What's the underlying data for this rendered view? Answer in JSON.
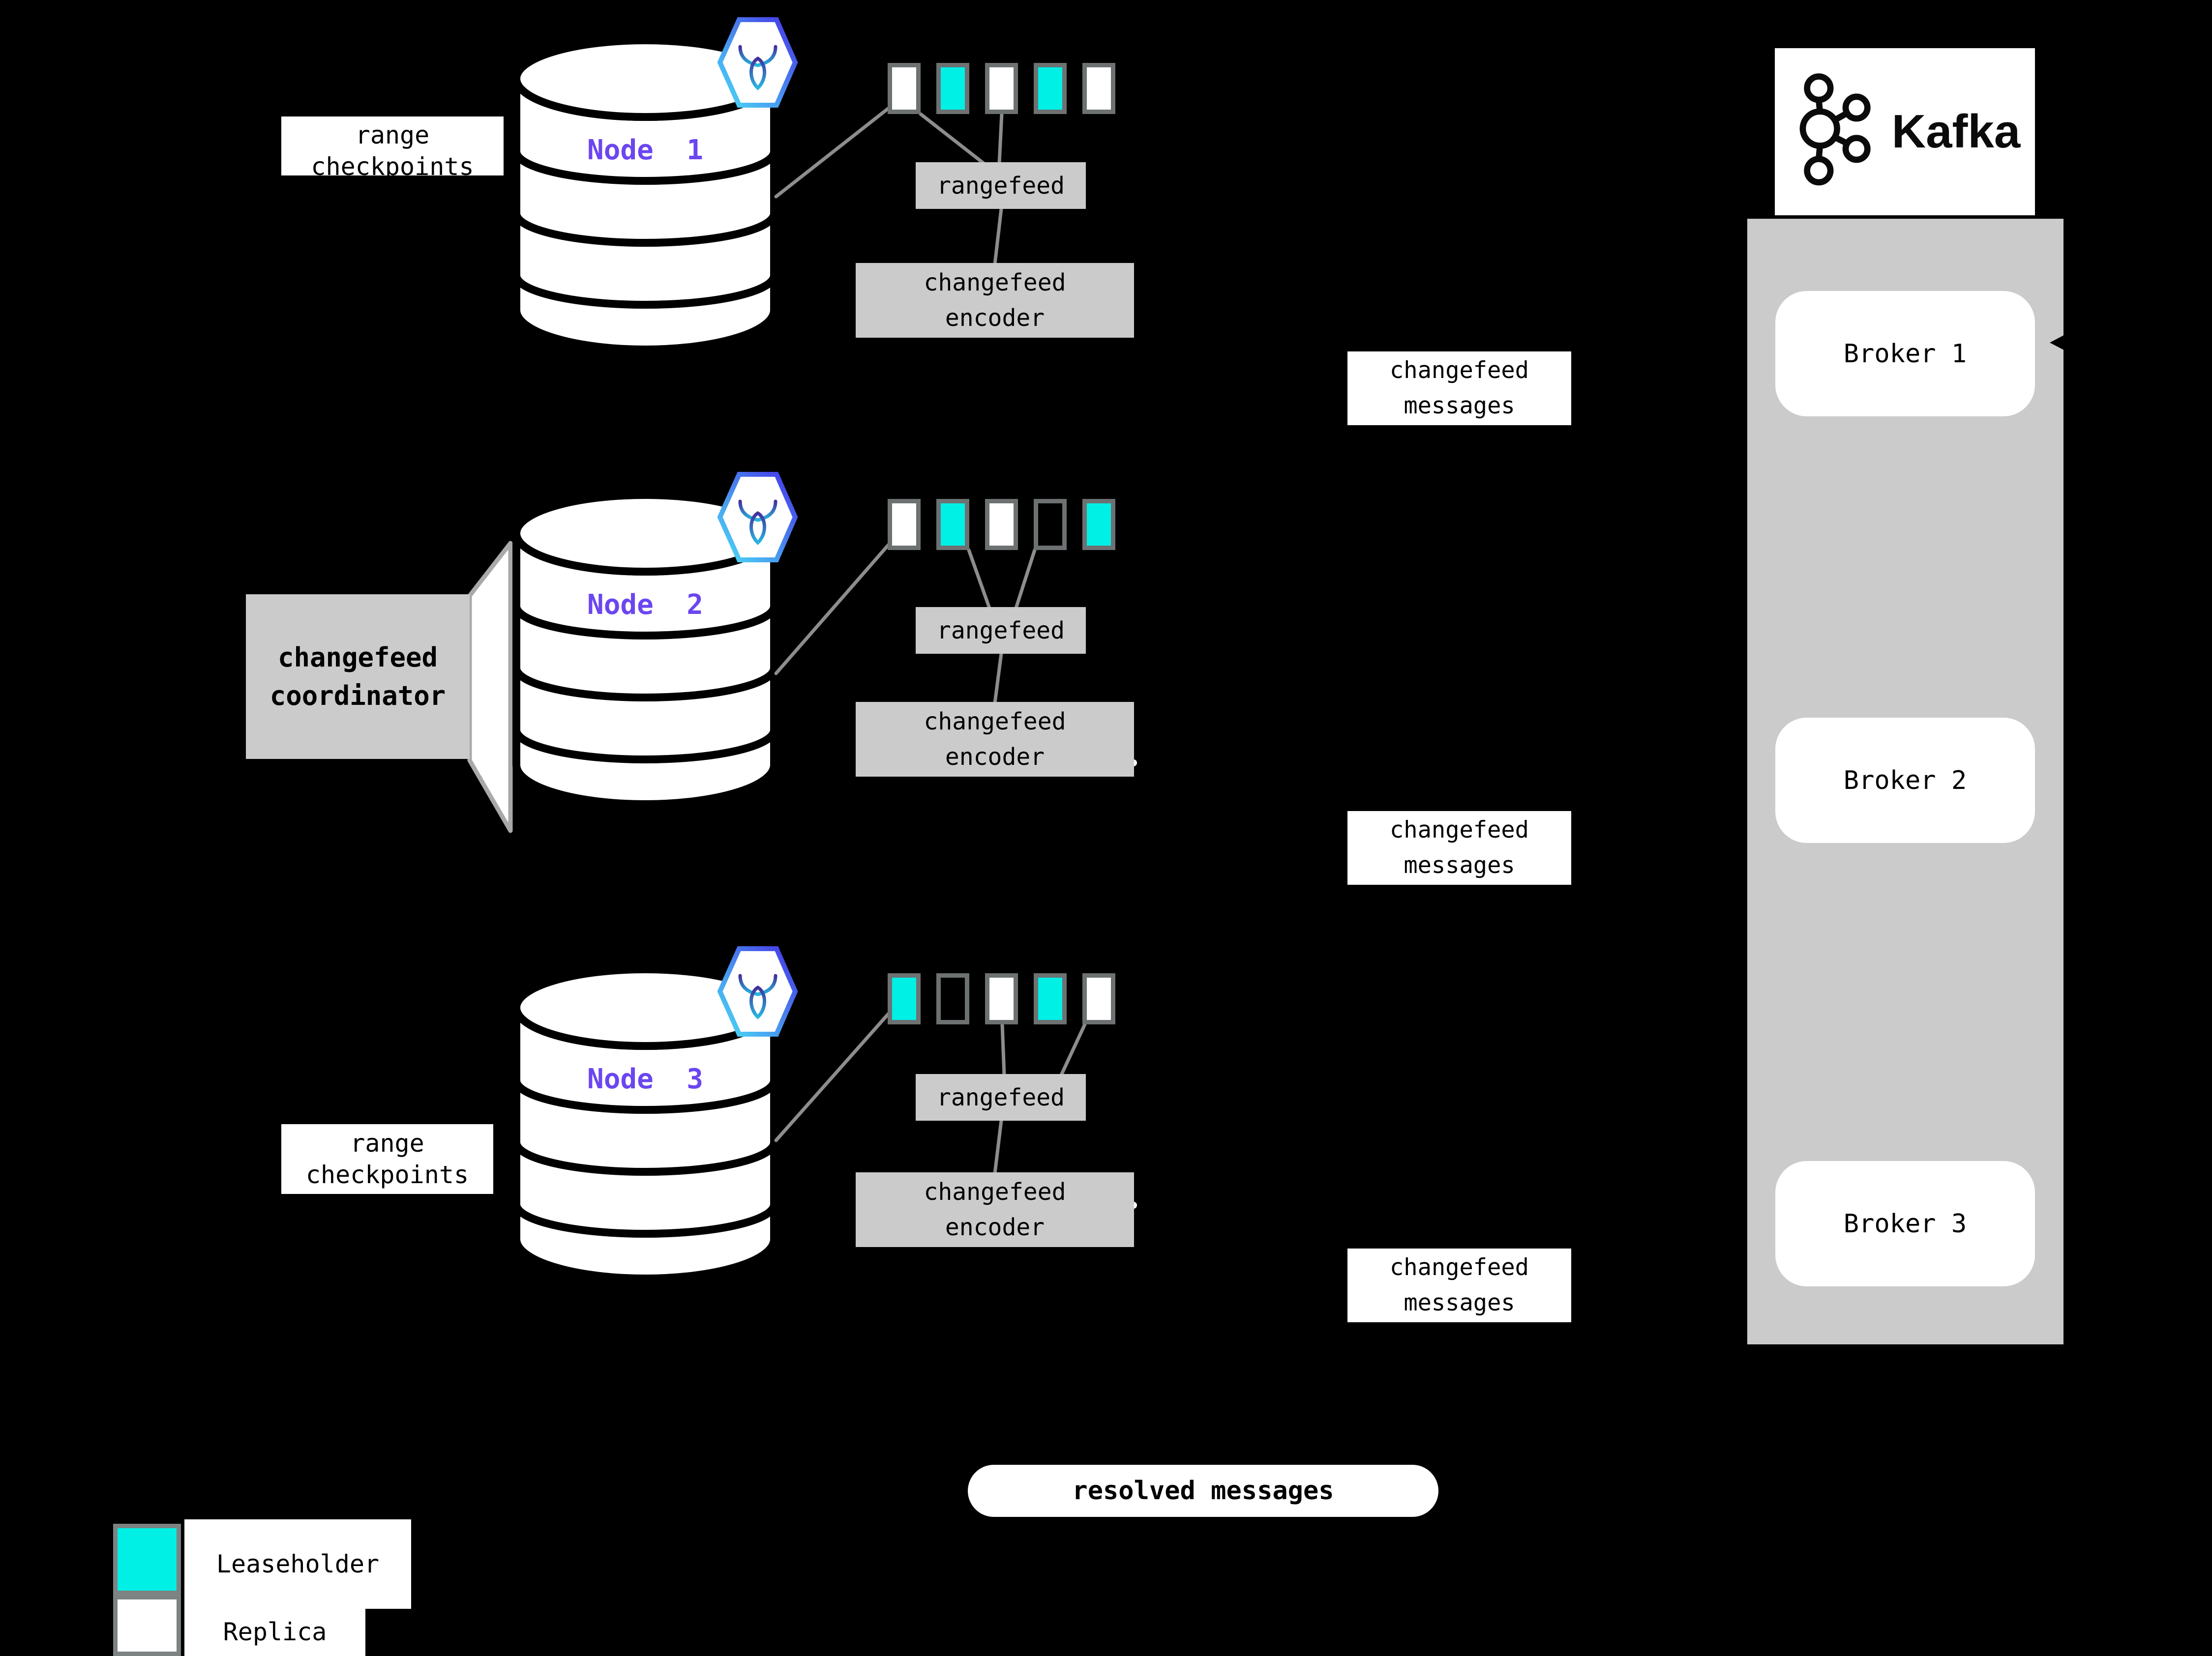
{
  "page": {
    "background": "#000000",
    "description": "CockroachDB changefeed architecture diagram"
  },
  "colors": {
    "leaseholder_cyan": "#00f0e6",
    "replica_white": "#ffffff",
    "panel_gray": "#cbcbcb",
    "node_label_purple": "#6b46f0",
    "range_border_gray": "#6d7172",
    "connector_gray": "#8d8d8d",
    "hex_border_cyan": "#4adef5",
    "hex_border_indigo": "#4633e8"
  },
  "icons": {
    "node_badge": "cockroachdb-icon",
    "kafka_logo": "kafka-nodes-icon"
  },
  "nodes": [
    {
      "label": "Node  1",
      "ranges": [
        "replica",
        "leaseholder",
        "replica",
        "leaseholder",
        "replica"
      ],
      "rangefeed": "rangefeed",
      "encoder": [
        "changefeed",
        "encoder"
      ],
      "messages": [
        "changefeed",
        "messages"
      ]
    },
    {
      "label": "Node  2",
      "ranges": [
        "replica",
        "leaseholder",
        "replica",
        "empty",
        "leaseholder"
      ],
      "rangefeed": "rangefeed",
      "encoder": [
        "changefeed",
        "encoder"
      ],
      "messages": [
        "changefeed",
        "messages"
      ]
    },
    {
      "label": "Node  3",
      "ranges": [
        "leaseholder",
        "empty",
        "replica",
        "leaseholder",
        "replica"
      ],
      "rangefeed": "rangefeed",
      "encoder": [
        "changefeed",
        "encoder"
      ],
      "messages": [
        "changefeed",
        "messages"
      ]
    }
  ],
  "annotations": {
    "range_checkpoints_top": [
      "range",
      "checkpoints"
    ],
    "range_checkpoints_bottom": [
      "range",
      "checkpoints"
    ],
    "coordinator": [
      "changefeed",
      "coordinator"
    ],
    "resolved": "resolved messages"
  },
  "kafka": {
    "wordmark": "Kafka",
    "brokers": [
      "Broker 1",
      "Broker 2",
      "Broker 3"
    ]
  },
  "legend": [
    {
      "type": "leaseholder",
      "label": "Leaseholder"
    },
    {
      "type": "replica",
      "label": "Replica"
    }
  ]
}
